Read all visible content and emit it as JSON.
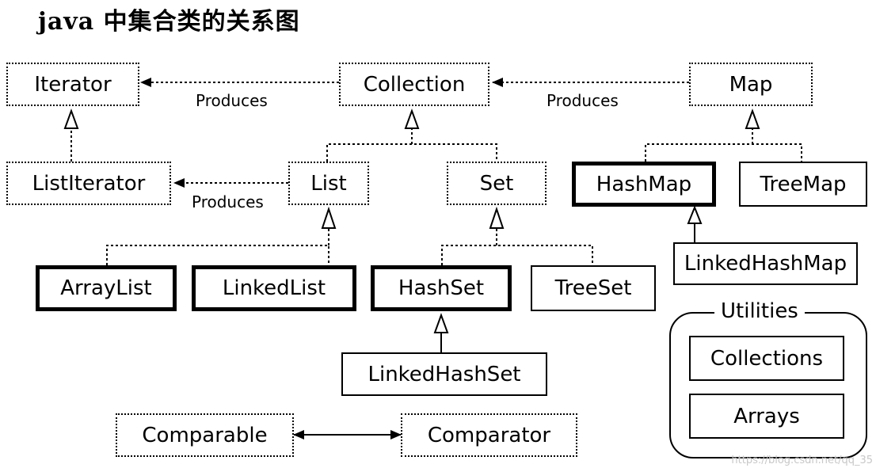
{
  "title": "java 中集合类的关系图",
  "nodes": {
    "iterator": "Iterator",
    "collection": "Collection",
    "map": "Map",
    "list_iterator": "ListIterator",
    "list": "List",
    "set": "Set",
    "hash_map": "HashMap",
    "tree_map": "TreeMap",
    "linked_hash_map": "LinkedHashMap",
    "array_list": "ArrayList",
    "linked_list": "LinkedList",
    "hash_set": "HashSet",
    "tree_set": "TreeSet",
    "linked_hash_set": "LinkedHashSet",
    "comparable": "Comparable",
    "comparator": "Comparator"
  },
  "edge_labels": {
    "collection_produces_iterator": "Produces",
    "map_produces_collection": "Produces",
    "list_produces_listiterator": "Produces"
  },
  "utilities": {
    "title": "Utilities",
    "items": [
      "Collections",
      "Arrays"
    ]
  },
  "watermark": "https://blog.csdn.net/qq_35"
}
